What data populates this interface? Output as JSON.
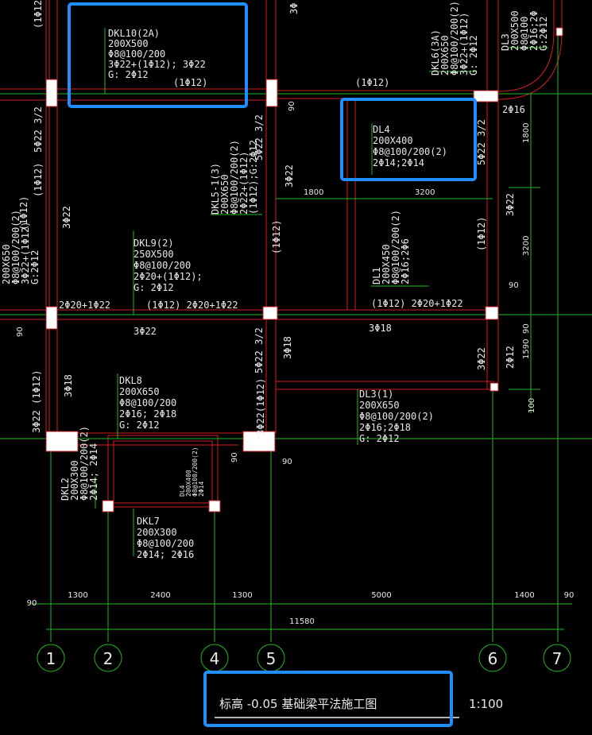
{
  "drawing": {
    "labels": {
      "dkl10": [
        "DKL10(2A)",
        "200X500",
        "Φ8@100/200",
        "3Φ22+(1Φ12); 3Φ22",
        "G: 2Φ12"
      ],
      "dkl10_side": "(1Φ12)",
      "dkl10_right": "(1Φ12)",
      "dl4": [
        "DL4",
        "200X400",
        "Φ8@100/200(2)",
        "2Φ14;2Φ14"
      ],
      "dkl6": [
        "DKL6(3A)",
        "200X650",
        "Φ8@100/200(2)",
        "3Φ22+(1Φ12)",
        "G: 2Φ12"
      ],
      "dl3_top": [
        "DL3",
        "200X500",
        "Φ8@100",
        "2Φ16;2Φ",
        "G:2Φ12"
      ],
      "dkl5": [
        "DKL5-1(3)",
        "200X650",
        "Φ8@100/200(2)",
        "2Φ22+(1Φ12)",
        "(1Φ12);G:2Φ12"
      ],
      "dkl9": [
        "DKL9(2)",
        "250X500",
        "Φ8@100/200",
        "2Φ20+(1Φ12);",
        "G: 2Φ12"
      ],
      "dkl9_bot_left": "2Φ20+1Φ22",
      "dkl9_mid": "(1Φ12)  2Φ20+1Φ22",
      "dkl9_under": "3Φ22",
      "left_beam": [
        "200X650",
        "Φ8@100/200(2)",
        "3Φ22+(1Φ12)",
        "G:2Φ12"
      ],
      "left_beam_top": "(1Φ12)",
      "dl1": [
        "DL1",
        "200X450",
        "Φ8@100/200(2)",
        "2Φ16;2Φ6"
      ],
      "dl1_row": "(1Φ12)      2Φ20+1Φ22",
      "dl1_under": "3Φ18",
      "dkl8": [
        "DKL8",
        "200X650",
        "Φ8@100/200",
        "2Φ16; 2Φ18",
        "G: 2Φ12"
      ],
      "dl3": [
        "DL3(1)",
        "200X650",
        "Φ8@100/200(2)",
        "2Φ16;2Φ18",
        "G: 2Φ12"
      ],
      "dkl2": [
        "DKL2",
        "200X300",
        "Φ8@100/200(2)",
        "2Φ14; 2Φ14"
      ],
      "dl4_small": [
        "DL4",
        "200X400",
        "Φ8@100/200(2)",
        "2Φ14"
      ],
      "dkl7": [
        "DKL7",
        "200X300",
        "Φ8@100/200",
        "2Φ14; 2Φ16"
      ],
      "vert": {
        "c1_a": "5Φ22 3/2",
        "c1_b": "(1Φ12)",
        "c1_c": "3Φ22",
        "c1_d": "3Φ18",
        "c1_e": "3Φ22 (1Φ12)",
        "c5_a": "3Φ22",
        "c5_b": "5Φ22 3/2",
        "c5_c": "3Φ18",
        "c5_d": "5Φ22 3/2",
        "c5_e": "3Φ22(1Φ12)",
        "c6_a": "5Φ22 3/2",
        "c6_b": "3Φ22",
        "c6_c": "(1Φ12)",
        "c6_d": "3Φ22",
        "c6_e": "2Φ16",
        "c6_f": "2Φ12",
        "top_c4": "3Φ",
        "top_c1": "(1Φ12)",
        "dl2": [
          "DKL2",
          "200X300",
          "Φ8@100/200(2)",
          "2Φ14; 2Φ14"
        ]
      },
      "top_right_beam": "(1Φ12)"
    },
    "dims": {
      "d1800a": "1800",
      "d3200a": "3200",
      "d90a": "90",
      "d90b": "90",
      "d90c": "90",
      "d90d": "90",
      "d90e": "90",
      "d1800r": "1800",
      "d3200r": "3200",
      "d90r": "90",
      "d1590r": "1590",
      "d90r2": "90",
      "d100r": "100",
      "d90left": "90",
      "bottom": [
        "1300",
        "2400",
        "1300",
        "5000",
        "1400"
      ],
      "b_left90": "90",
      "b_right90": "90",
      "total": "11580"
    },
    "axes": [
      "1",
      "2",
      "4",
      "5",
      "6",
      "7"
    ],
    "title": "标高 -0.05 基础梁平法施工图",
    "scale": "1:100"
  },
  "colors": {
    "background": "#000000",
    "beam": "#d21e1e",
    "leader": "#1fb81f",
    "text": "#e8e8e8",
    "column": "#ffffff",
    "highlight": "#1f8fff"
  }
}
